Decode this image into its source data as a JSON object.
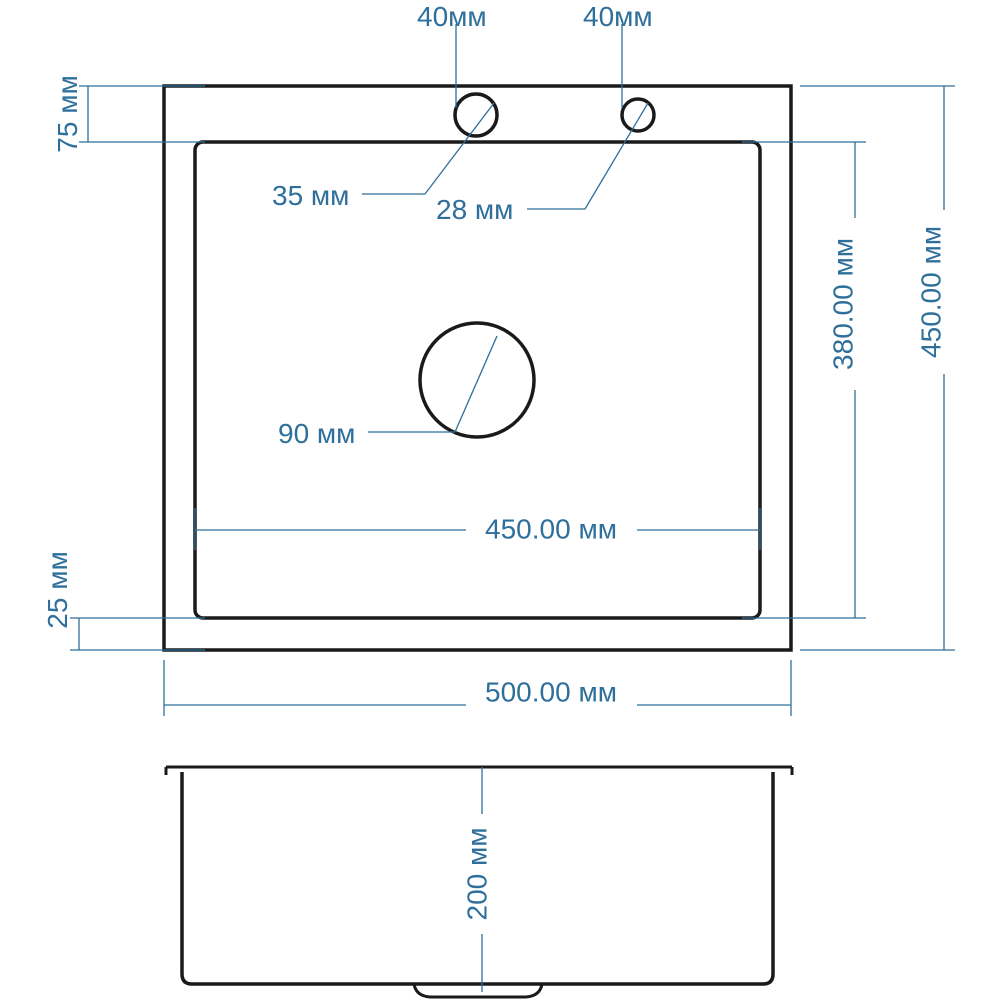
{
  "colors": {
    "outline": "#1a1a1a",
    "dimension": "#2f6f9b",
    "background": "#ffffff"
  },
  "top_view": {
    "hole_offset_left": "40мм",
    "hole_offset_right": "40мм",
    "top_margin": "75 мм",
    "bottom_margin": "25 мм",
    "hole_large_diameter": "35 мм",
    "hole_small_diameter": "28 мм",
    "drain_diameter": "90 мм",
    "bowl_width": "450.00 мм",
    "bowl_depth": "380.00 мм",
    "overall_depth": "450.00 мм",
    "overall_width": "500.00 мм"
  },
  "side_view": {
    "bowl_height": "200 мм"
  }
}
